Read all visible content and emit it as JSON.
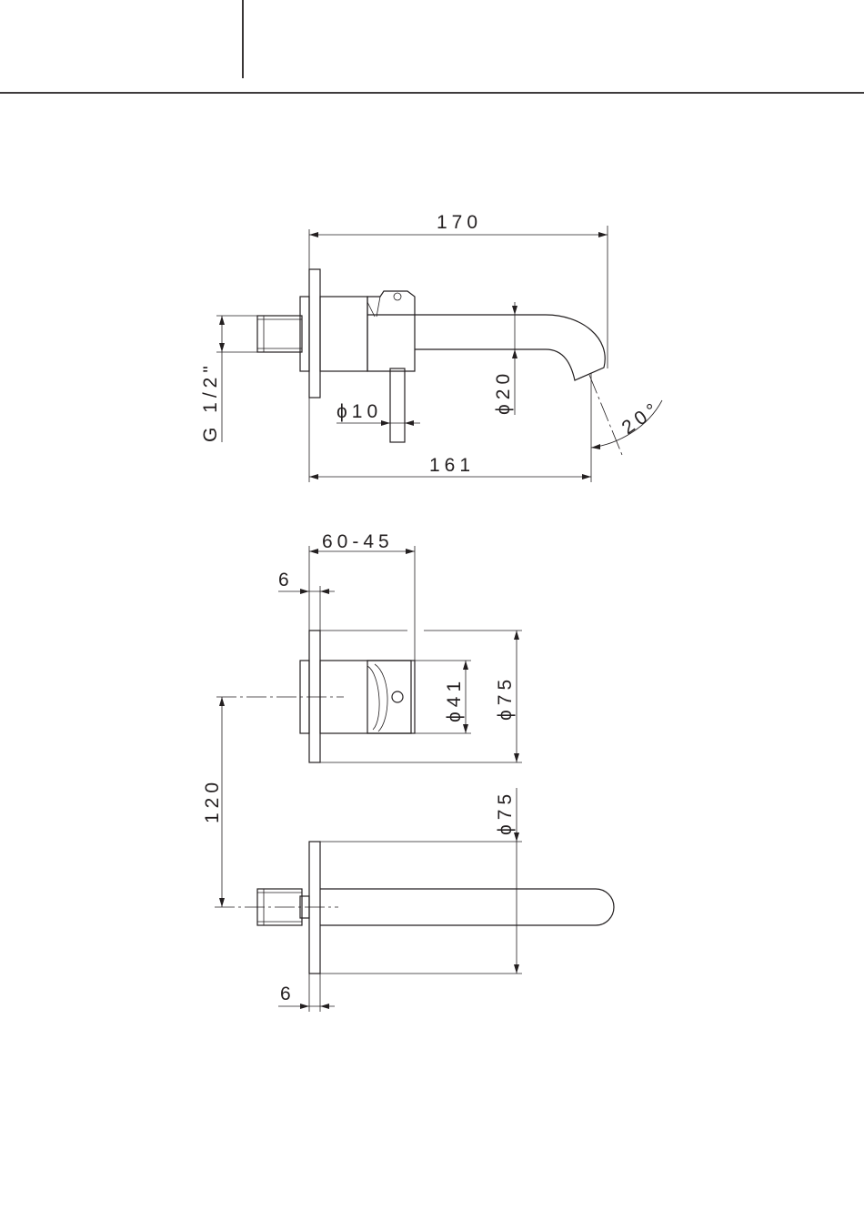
{
  "dimensions": {
    "overall_length": "170",
    "spout_reach": "161",
    "thread": "G 1/2\"",
    "lever_diameter": "ϕ10",
    "spout_diameter": "ϕ20",
    "spout_angle": "20°",
    "wall_depth": "60-45",
    "plate_thickness_top": "6",
    "body_diameter": "ϕ41",
    "plate_diameter_front": "ϕ75",
    "center_distance": "120",
    "plate_diameter_plan": "ϕ75",
    "plate_thickness_bottom": "6"
  }
}
